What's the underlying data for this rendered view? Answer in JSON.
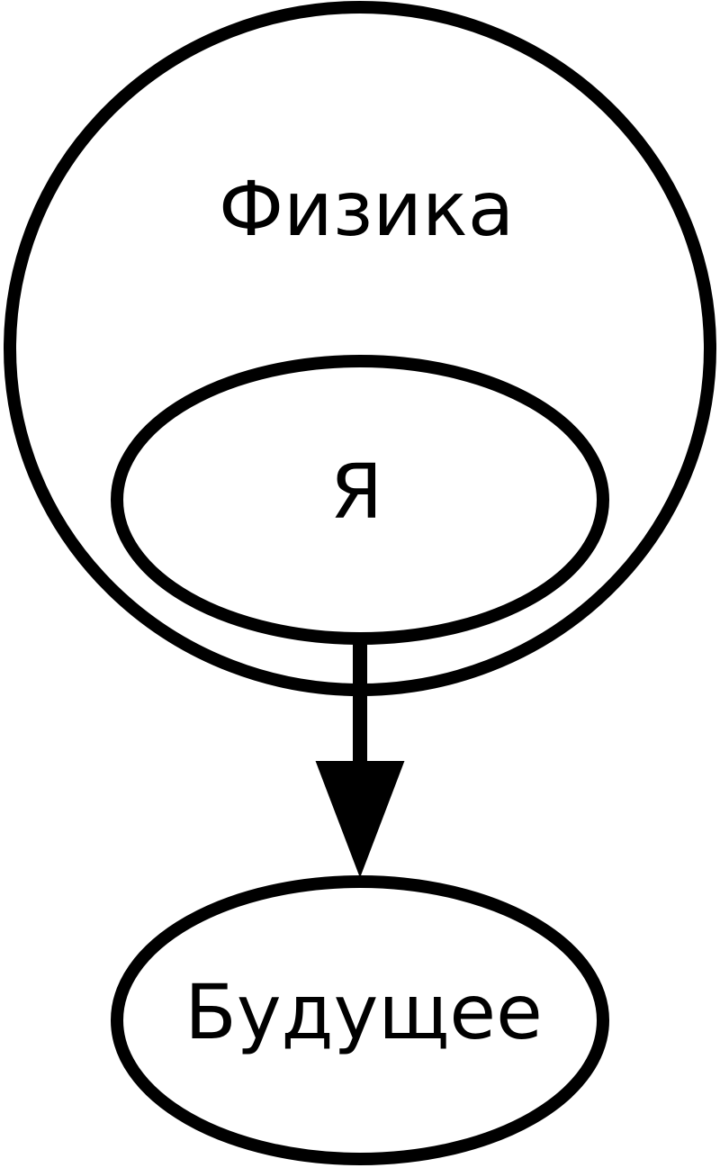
{
  "diagram": {
    "nodes": {
      "outer": {
        "label": "Физика"
      },
      "inner": {
        "label": "Я"
      },
      "target": {
        "label": "Будущее"
      }
    },
    "edges": [
      {
        "from": "Я",
        "to": "Будущее"
      }
    ]
  },
  "colors": {
    "stroke": "#000000",
    "background": "#ffffff"
  }
}
